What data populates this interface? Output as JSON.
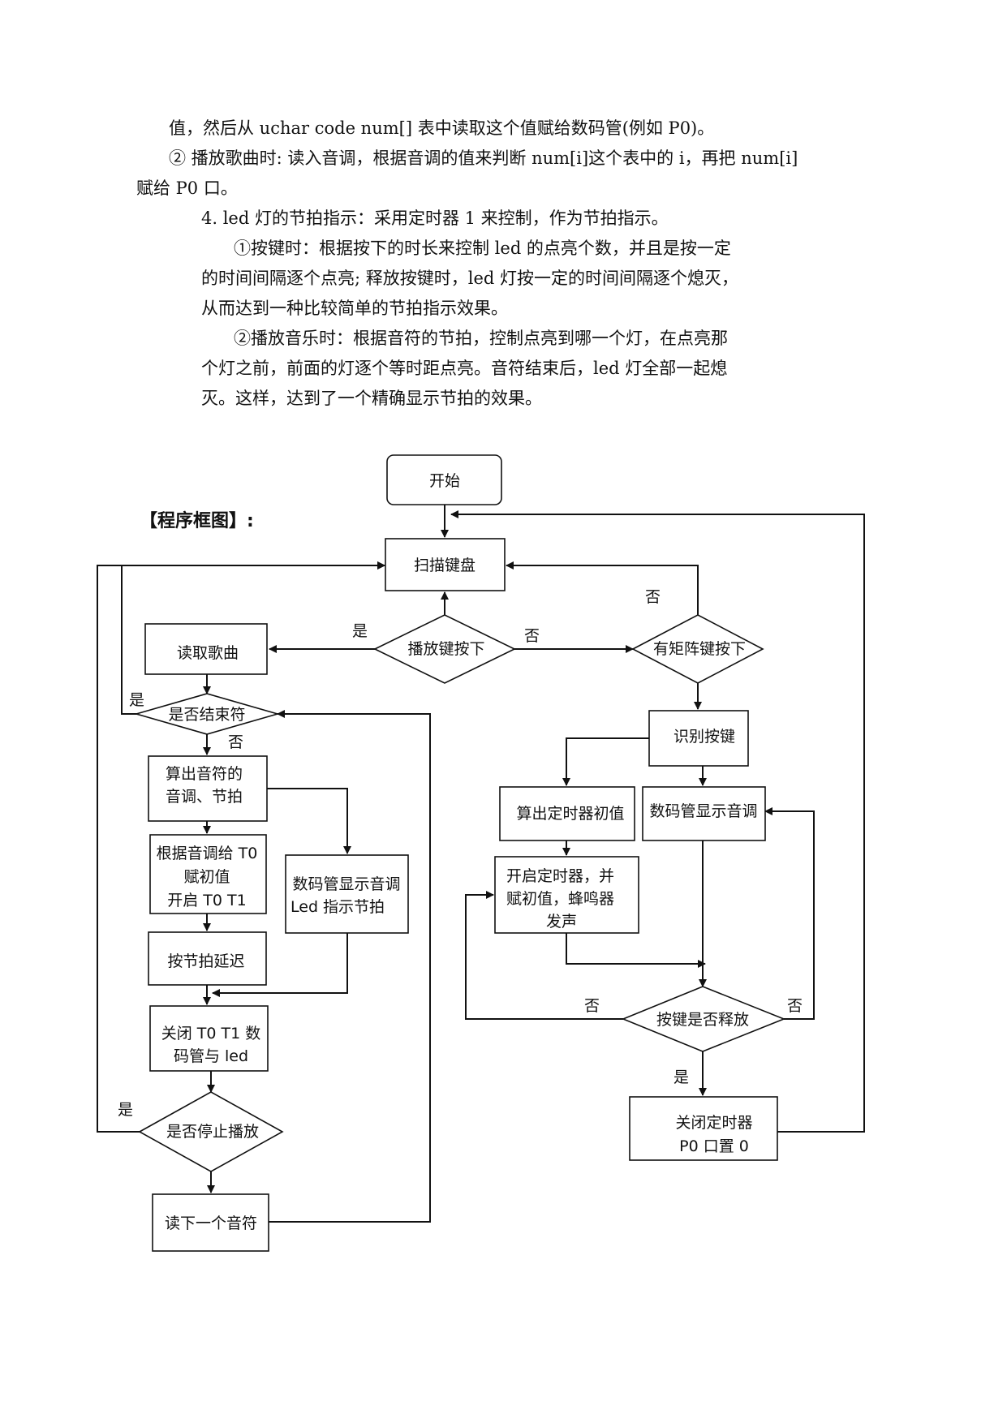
{
  "text_lines": [
    "值，然后从 uchar code num[] 表中读取这个值赋给数码管(例如 P0)。",
    "② 播放歌曲时: 读入音调，根据音调的值来判断 num[i]这个表中的 i，再把 num[i]",
    "赋给 P0 口。",
    "4. led 灯的节拍指示：采用定时器 1 来控制，作为节拍指示。",
    "①按键时：根据按下的时长来控制 led 的点亮个数，并且是按一定",
    "的时间间隔逐个点亮; 释放按键时，led 灯按一定的时间间隔逐个熄灭，",
    "从而达到一种比较简单的节拍指示效果。",
    "②播放音乐时：根据音符的节拍，控制点亮到哪一个灯，在点亮那",
    "个灯之前，前面的灯逐个等时距点亮。音符结束后，led 灯全部一起熄",
    "灭。这样，达到了一个精确显示节拍的效果。"
  ],
  "section_heading": "【程序框图】:",
  "flowchart": {
    "start": "开始",
    "scan_keyboard": "扫描键盘",
    "play_key_pressed": "播放键按下",
    "matrix_key_pressed": "有矩阵键按下",
    "read_song": "读取歌曲",
    "is_end_marker": "是否结束符",
    "calc_note": [
      "算出音符的",
      "音调、节拍"
    ],
    "set_t0": [
      "根据音调给 T0",
      "赋初值",
      "开启 T0 T1"
    ],
    "display_tone_left": [
      "数码管显示音调",
      "Led 指示节拍"
    ],
    "delay_by_beat": "按节拍延迟",
    "close_t0_t1": [
      "关闭 T0 T1 数",
      "码管与 led"
    ],
    "stop_playing": "是否停止播放",
    "read_next_note": "读下一个音符",
    "identify_key": "识别按键",
    "calc_timer_init": "算出定时器初值",
    "display_tone_right": "数码管显示音调",
    "start_timer": [
      "开启定时器，并",
      "赋初值，蜂鸣器",
      "发声"
    ],
    "key_released": "按键是否释放",
    "close_timer": [
      "关闭定时器",
      "P0 口置 0"
    ],
    "yes": "是",
    "no": "否"
  }
}
